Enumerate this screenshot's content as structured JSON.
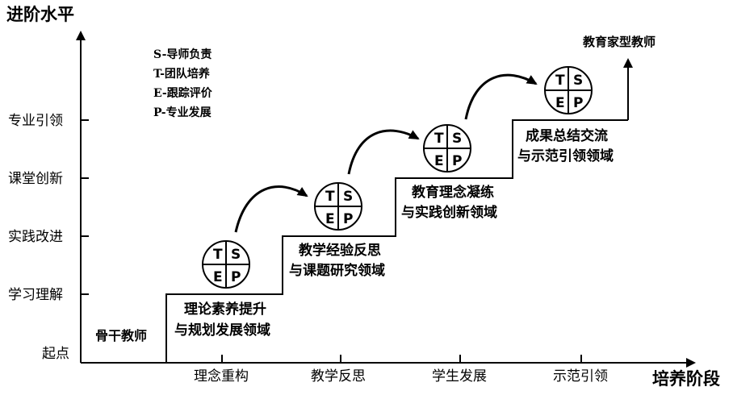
{
  "y_axis_title": "进阶水平",
  "x_axis_title": "培养阶段",
  "y_ticks": [
    "起点",
    "学习理解",
    "实践改进",
    "课堂创新",
    "专业引领"
  ],
  "x_ticks": [
    "理念重构",
    "教学反思",
    "学生发展",
    "示范引领"
  ],
  "legend": [
    "S-导师负责",
    "T-团队培养",
    "E-跟踪评价",
    "P-专业发展"
  ],
  "base_label": "骨干教师",
  "goal_label": "教育家型教师",
  "stages": [
    {
      "line1": "理论素养提升",
      "line2": "与规划发展领域"
    },
    {
      "line1": "教学经验反思",
      "line2": "与课题研究领域"
    },
    {
      "line1": "教育理念凝练",
      "line2": "与实践创新领域"
    },
    {
      "line1": "成果总结交流",
      "line2": "与示范引领领域"
    }
  ],
  "tsep": {
    "t": "T",
    "s": "S",
    "e": "E",
    "p": "P"
  },
  "colors": {
    "line": "#000000",
    "background": "#ffffff"
  }
}
